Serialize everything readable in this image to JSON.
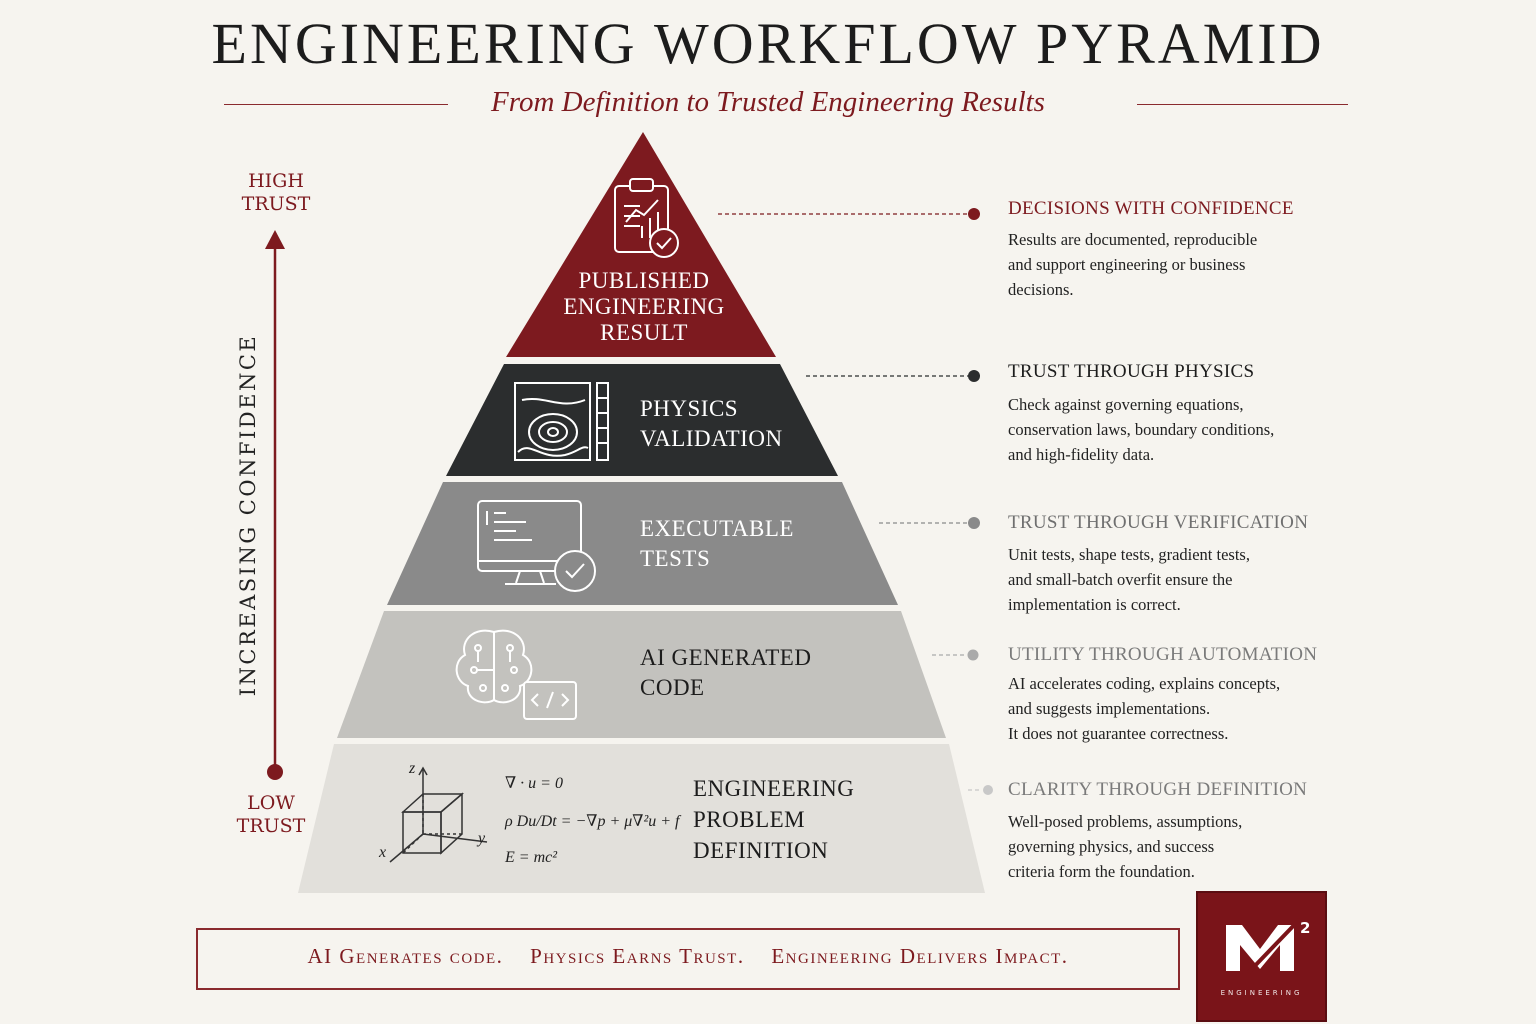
{
  "title": "ENGINEERING WORKFLOW PYRAMID",
  "subtitle": "From Definition to Trusted Engineering Results",
  "axis": {
    "top_label": [
      "HIGH",
      "TRUST"
    ],
    "bottom_label": [
      "LOW",
      "TRUST"
    ],
    "vertical_label": "INCREASING CONFIDENCE"
  },
  "tiers": [
    {
      "label": [
        "PUBLISHED",
        "ENGINEERING",
        "RESULT"
      ],
      "icon": "clipboard-chart-check-icon",
      "color": "#7d1a1f",
      "text_color": "#ffffff",
      "heading": "DECISIONS WITH CONFIDENCE",
      "heading_color": "#7d1a1f",
      "description": [
        "Results are documented, reproducible",
        "and support engineering or business",
        "decisions."
      ]
    },
    {
      "label": [
        "PHYSICS",
        "VALIDATION"
      ],
      "icon": "contour-map-icon",
      "color": "#2b2d2e",
      "text_color": "#ffffff",
      "heading": "TRUST THROUGH PHYSICS",
      "heading_color": "#1c1c1c",
      "description": [
        "Check against governing equations,",
        "conservation laws, boundary conditions,",
        "and high-fidelity data."
      ]
    },
    {
      "label": [
        "EXECUTABLE",
        "TESTS"
      ],
      "icon": "monitor-check-icon",
      "color": "#8a8a8a",
      "text_color": "#ffffff",
      "heading": "TRUST THROUGH VERIFICATION",
      "heading_color": "#6f6f6f",
      "description": [
        "Unit tests, shape tests, gradient tests,",
        "and small-batch overfit ensure the",
        "implementation is correct."
      ]
    },
    {
      "label": [
        "AI GENERATED",
        "CODE"
      ],
      "icon": "brain-code-icon",
      "color": "#c3c2be",
      "text_color": "#1c1c1c",
      "heading": "UTILITY THROUGH AUTOMATION",
      "heading_color": "#7a7a7a",
      "description": [
        "AI accelerates coding, explains concepts,",
        "and suggests implementations.",
        "It does not guarantee correctness."
      ]
    },
    {
      "label": [
        "ENGINEERING",
        "PROBLEM",
        "DEFINITION"
      ],
      "icon": "cube-axes-icon",
      "color": "#e2e0db",
      "text_color": "#1c1c1c",
      "heading": "CLARITY THROUGH DEFINITION",
      "heading_color": "#7a7a7a",
      "description": [
        "Well-posed problems, assumptions,",
        "governing physics, and success",
        "criteria form the foundation."
      ]
    }
  ],
  "equations": [
    "∇ · u = 0",
    "ρ Du/Dt = −∇p + μ∇²u + f",
    "E = mc²"
  ],
  "axes_letters": [
    "z",
    "y",
    "x"
  ],
  "footer": [
    "AI Generates code.",
    "Physics Earns Trust.",
    "Engineering Delivers Impact."
  ],
  "logo": {
    "mark": "M",
    "superscript": "2",
    "word": "ENGINEERING"
  }
}
